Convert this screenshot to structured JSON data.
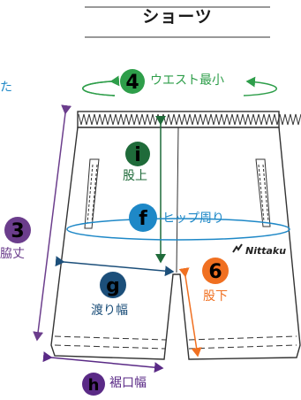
{
  "title": "ショーツ",
  "brand": "Nittaku",
  "measurements": [
    {
      "badge": "4",
      "label": "ウエスト最小",
      "color": "#2e9e4a"
    },
    {
      "badge": "i",
      "label": "股上",
      "color": "#1f6b3a"
    },
    {
      "badge": "f",
      "label": "ヒップ周り",
      "color": "#1e88c7"
    },
    {
      "badge": "3",
      "label": "脇丈",
      "color": "#6b3d8c"
    },
    {
      "badge": "g",
      "label": "渡り幅",
      "color": "#1c4f7a"
    },
    {
      "badge": "6",
      "label": "股下",
      "color": "#f07021"
    },
    {
      "badge": "h",
      "label": "裾口幅",
      "color": "#5a2a86"
    }
  ],
  "partial_text": "た"
}
